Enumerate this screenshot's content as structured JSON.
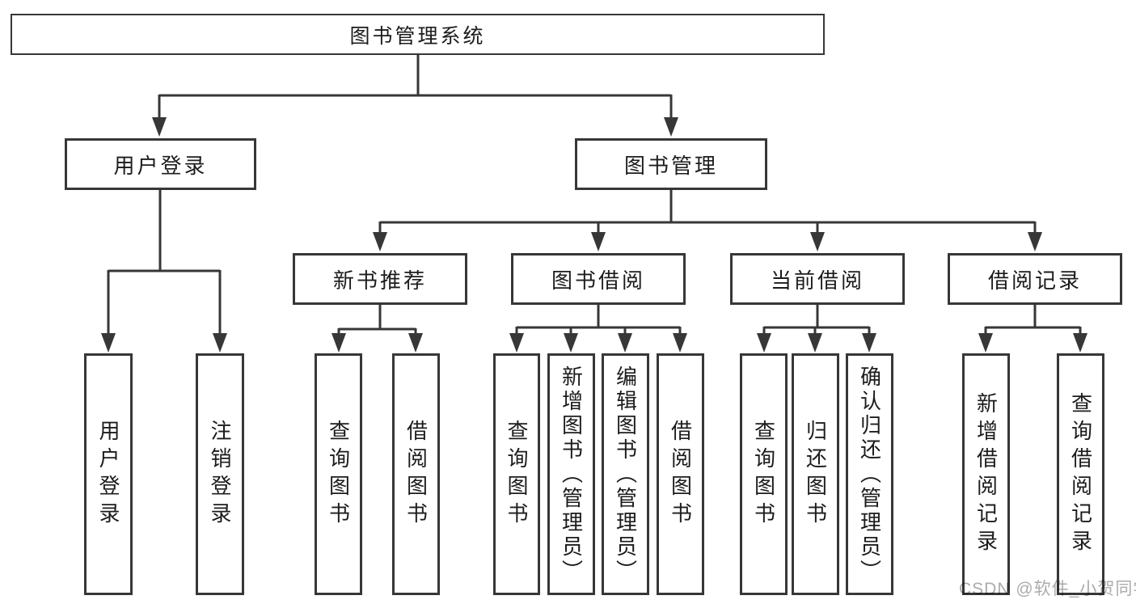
{
  "nodes": {
    "root": "图书管理系统",
    "user_login": "用户登录",
    "book_mgmt": "图书管理",
    "new_books": "新书推荐",
    "book_borrow": "图书借阅",
    "current_borrow": "当前借阅",
    "borrow_records": "借阅记录",
    "user_leaves": [
      "用户登录",
      "注销登录"
    ],
    "new_books_leaves": [
      "查询图书",
      "借阅图书"
    ],
    "borrow_leaves": [
      "查询图书",
      "新增图书（管理员）",
      "编辑图书（管理员）",
      "借阅图书"
    ],
    "current_leaves": [
      "查询图书",
      "归还图书",
      "确认归还（管理员）"
    ],
    "records_leaves": [
      "新增借阅记录",
      "查询借阅记录"
    ]
  },
  "watermark": "CSDN @软件_小贺同学",
  "colors": {
    "line": "#373737",
    "text": "#1c1c1c",
    "background": "#ffffff",
    "watermark": "#ababab"
  }
}
